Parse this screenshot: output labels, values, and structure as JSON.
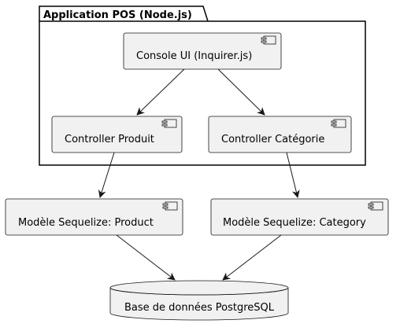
{
  "package": {
    "title": "Application POS (Node.js)"
  },
  "components": {
    "console_ui": "Console UI (Inquirer.js)",
    "controller_produit": "Controller Produit",
    "controller_categorie": "Controller Catégorie",
    "model_product": "Modèle Sequelize: Product",
    "model_category": "Modèle Sequelize: Category"
  },
  "database": {
    "label": "Base de données PostgreSQL"
  },
  "colors": {
    "node_fill": "#f1f1f1",
    "node_stroke": "#181818",
    "package_stroke": "#000000",
    "arrow": "#181818"
  }
}
